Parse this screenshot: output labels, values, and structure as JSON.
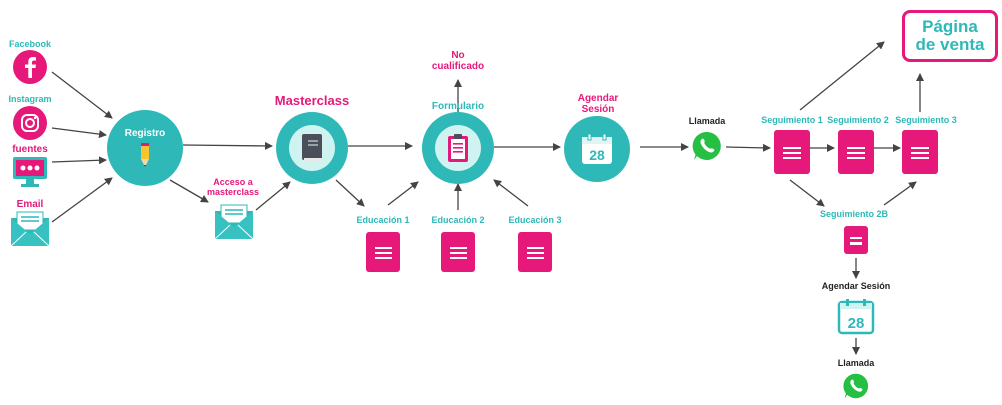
{
  "sources": {
    "facebook": "Facebook",
    "instagram": "Instagram",
    "fuentes": "fuentes",
    "email": "Email"
  },
  "registro": "Registro",
  "acceso": [
    "Acceso a",
    "masterclass"
  ],
  "masterclass": "Masterclass",
  "no_cualificado": [
    "No",
    "cualificado"
  ],
  "formulario": "Formulario",
  "educacion": [
    "Educación 1",
    "Educación 2",
    "Educación 3"
  ],
  "agendar_sesion": [
    "Agendar",
    "Sesión"
  ],
  "calendar_day": "28",
  "llamada": "Llamada",
  "seguimiento": [
    "Seguimiento 1",
    "Seguimiento 2",
    "Seguimiento 3",
    "Seguimiento 2B"
  ],
  "pagina_venta": [
    "Página",
    "de venta"
  ],
  "agendar_sesion_2": "Agendar Sesión",
  "calendar_day_2": "28",
  "llamada_2": "Llamada",
  "colors": {
    "teal": "#2fb8b8",
    "pink": "#e6187a",
    "dark": "#222222",
    "whatsapp": "#25c043"
  }
}
